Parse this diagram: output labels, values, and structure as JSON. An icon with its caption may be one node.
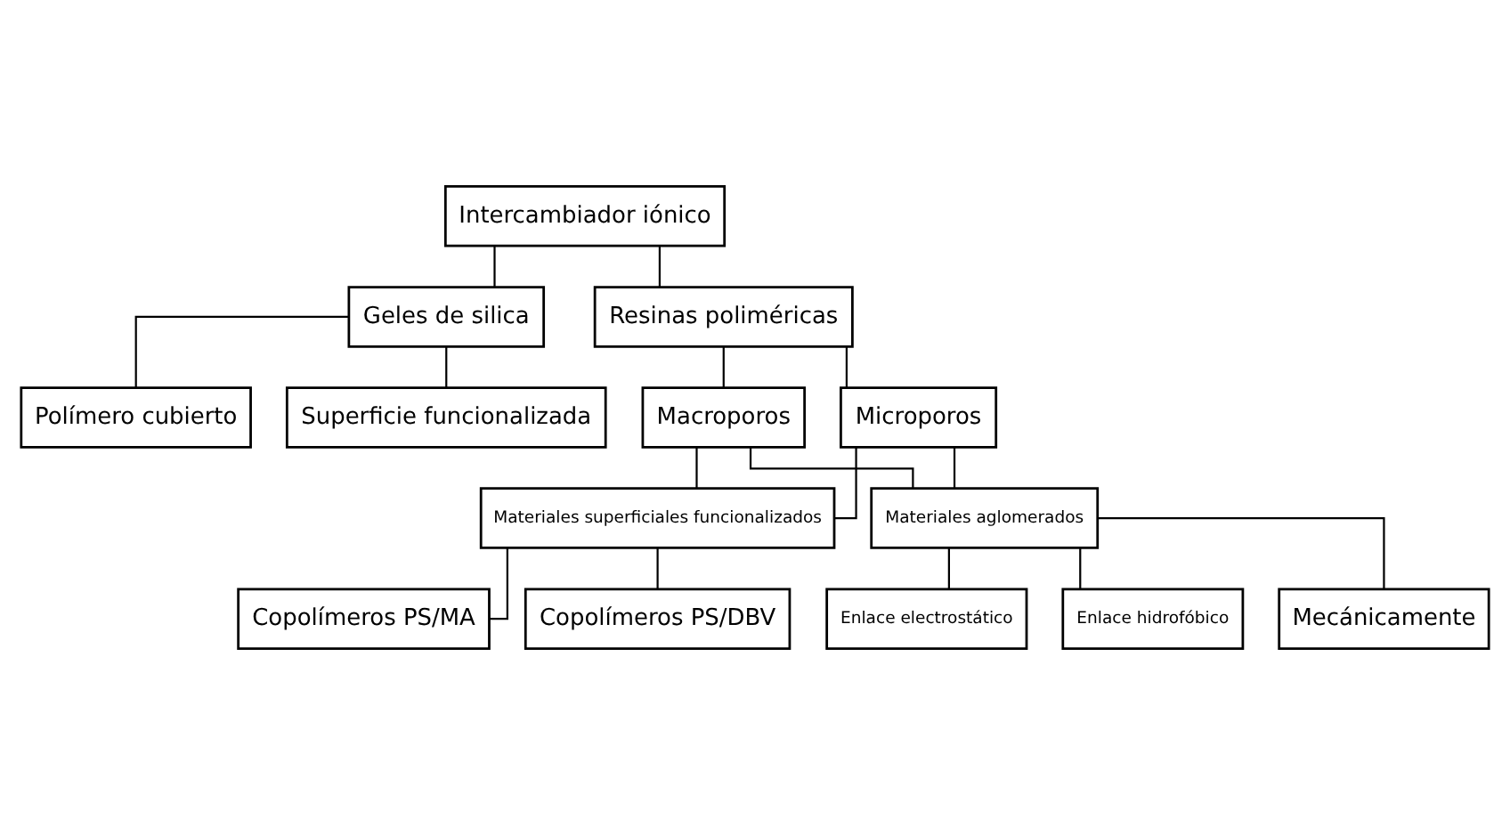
{
  "diagram": {
    "nodes": [
      {
        "text": [
          "Intercambiador iónico"
        ]
      },
      {
        "text": [
          "Geles de silica"
        ]
      },
      {
        "text": [
          "Resinas poliméricas"
        ]
      },
      {
        "text": [
          "Polímero cubierto"
        ]
      },
      {
        "text": [
          "Superficie funcionalizada"
        ]
      },
      {
        "text": [
          "Macroporos"
        ]
      },
      {
        "text": [
          "Microporos"
        ]
      },
      {
        "text": [
          "Materiales superficiales funcionalizados"
        ]
      },
      {
        "text": [
          "Materiales aglomerados"
        ]
      },
      {
        "text": [
          "Copolímeros PS/DBV"
        ]
      },
      {
        "text": [
          "Copolímeros PS/MA"
        ]
      },
      {
        "text": [
          "Enlace electrostático"
        ]
      },
      {
        "text": [
          "Enlace hidrofóbico"
        ]
      },
      {
        "text": [
          "Mecánicamente"
        ]
      }
    ],
    "edges": [
      {
        "from": 0,
        "to": 1,
        "arrow": "none"
      },
      {
        "from": 0,
        "to": 2,
        "arrow": "none"
      },
      {
        "from": 1,
        "to": 3,
        "arrow": "none"
      },
      {
        "from": 1,
        "to": 4,
        "arrow": "none"
      },
      {
        "from": 2,
        "to": 5,
        "arrow": "none"
      },
      {
        "from": 2,
        "to": 6,
        "arrow": "none"
      },
      {
        "from": 5,
        "to": 7,
        "arrow": "none"
      },
      {
        "from": 5,
        "to": 8,
        "arrow": "none"
      },
      {
        "from": 6,
        "to": 7,
        "arrow": "none"
      },
      {
        "from": 6,
        "to": 8,
        "arrow": "none"
      },
      {
        "from": 7,
        "to": 9,
        "arrow": "none"
      },
      {
        "from": 7,
        "to": 10,
        "arrow": "none"
      },
      {
        "from": 8,
        "to": 11,
        "arrow": "none"
      },
      {
        "from": 8,
        "to": 12,
        "arrow": "none"
      },
      {
        "from": 8,
        "to": 13,
        "arrow": "none"
      }
    ]
  }
}
